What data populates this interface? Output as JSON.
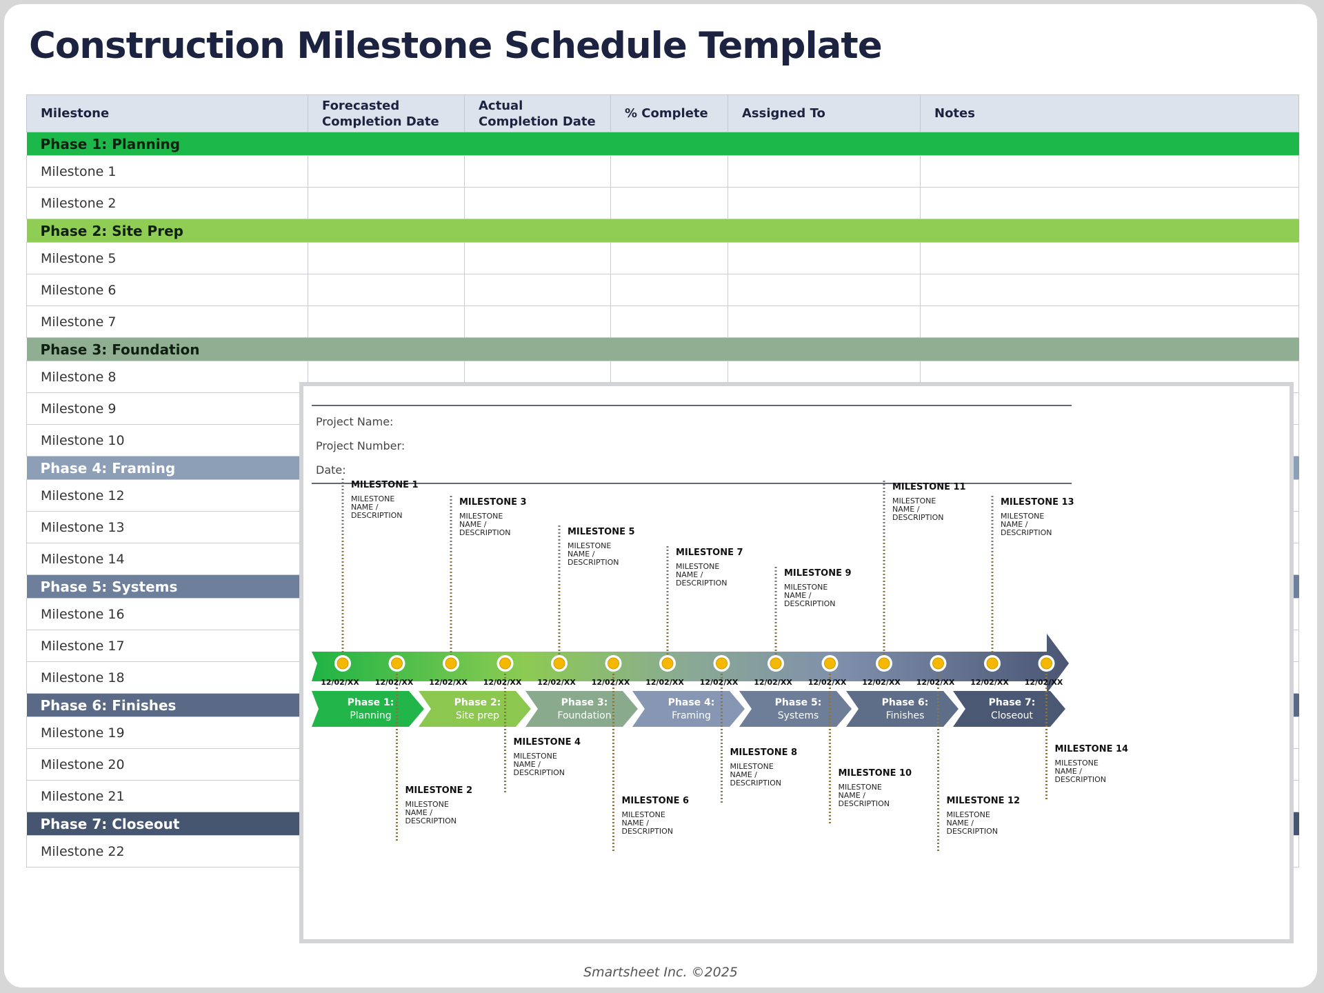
{
  "title": "Construction Milestone Schedule Template",
  "table": {
    "headers": [
      "Milestone",
      "Forecasted Completion Date",
      "Actual Completion Date",
      "% Complete",
      "Assigned To",
      "Notes"
    ],
    "groups": [
      {
        "phase": "Phase 1: Planning",
        "milestones": [
          "Milestone 1",
          "Milestone 2"
        ]
      },
      {
        "phase": "Phase 2: Site Prep",
        "milestones": [
          "Milestone 5",
          "Milestone 6",
          "Milestone 7"
        ]
      },
      {
        "phase": "Phase 3: Foundation",
        "milestones": [
          "Milestone 8",
          "Milestone 9",
          "Milestone 10"
        ]
      },
      {
        "phase": "Phase 4: Framing",
        "milestones": [
          "Milestone 12",
          "Milestone 13",
          "Milestone 14"
        ]
      },
      {
        "phase": "Phase 5: Systems",
        "milestones": [
          "Milestone 16",
          "Milestone 17",
          "Milestone 18"
        ]
      },
      {
        "phase": "Phase 6: Finishes",
        "milestones": [
          "Milestone 19",
          "Milestone 20",
          "Milestone 21"
        ]
      },
      {
        "phase": "Phase 7: Closeout",
        "milestones": [
          "Milestone 22"
        ]
      }
    ]
  },
  "panel": {
    "project_name_label": "Project Name:",
    "project_number_label": "Project Number:",
    "date_label": "Date:"
  },
  "timeline": {
    "milestones": [
      {
        "label": "MILESTONE 1",
        "desc": [
          "MILESTONE",
          "NAME /",
          "DESCRIPTION"
        ],
        "date": "12/02/XX",
        "side": "above"
      },
      {
        "label": "MILESTONE 2",
        "desc": [
          "MILESTONE",
          "NAME /",
          "DESCRIPTION"
        ],
        "date": "12/02/XX",
        "side": "below"
      },
      {
        "label": "MILESTONE 3",
        "desc": [
          "MILESTONE",
          "NAME /",
          "DESCRIPTION"
        ],
        "date": "12/02/XX",
        "side": "above"
      },
      {
        "label": "MILESTONE 4",
        "desc": [
          "MILESTONE",
          "NAME /",
          "DESCRIPTION"
        ],
        "date": "12/02/XX",
        "side": "below"
      },
      {
        "label": "MILESTONE 5",
        "desc": [
          "MILESTONE",
          "NAME /",
          "DESCRIPTION"
        ],
        "date": "12/02/XX",
        "side": "above"
      },
      {
        "label": "MILESTONE 6",
        "desc": [
          "MILESTONE",
          "NAME /",
          "DESCRIPTION"
        ],
        "date": "12/02/XX",
        "side": "below"
      },
      {
        "label": "MILESTONE 7",
        "desc": [
          "MILESTONE",
          "NAME /",
          "DESCRIPTION"
        ],
        "date": "12/02/XX",
        "side": "above"
      },
      {
        "label": "MILESTONE 8",
        "desc": [
          "MILESTONE",
          "NAME /",
          "DESCRIPTION"
        ],
        "date": "12/02/XX",
        "side": "below"
      },
      {
        "label": "MILESTONE 9",
        "desc": [
          "MILESTONE",
          "NAME /",
          "DESCRIPTION"
        ],
        "date": "12/02/XX",
        "side": "above"
      },
      {
        "label": "MILESTONE 10",
        "desc": [
          "MILESTONE",
          "NAME /",
          "DESCRIPTION"
        ],
        "date": "12/02/XX",
        "side": "below"
      },
      {
        "label": "MILESTONE 11",
        "desc": [
          "MILESTONE",
          "NAME /",
          "DESCRIPTION"
        ],
        "date": "12/02/XX",
        "side": "above"
      },
      {
        "label": "MILESTONE 12",
        "desc": [
          "MILESTONE",
          "NAME /",
          "DESCRIPTION"
        ],
        "date": "12/02/XX",
        "side": "below"
      },
      {
        "label": "MILESTONE 13",
        "desc": [
          "MILESTONE",
          "NAME /",
          "DESCRIPTION"
        ],
        "date": "12/02/XX",
        "side": "above"
      },
      {
        "label": "MILESTONE 14",
        "desc": [
          "MILESTONE",
          "NAME /",
          "DESCRIPTION"
        ],
        "date": "12/02/XX",
        "side": "below"
      }
    ],
    "phases": [
      {
        "line1": "Phase 1:",
        "line2": "Planning",
        "color": "#22b64a"
      },
      {
        "line1": "Phase 2:",
        "line2": "Site prep",
        "color": "#8cc850"
      },
      {
        "line1": "Phase 3:",
        "line2": "Foundation",
        "color": "#8aaa8e"
      },
      {
        "line1": "Phase 4:",
        "line2": "Framing",
        "color": "#8796b2"
      },
      {
        "line1": "Phase 5:",
        "line2": "Systems",
        "color": "#6e7e99"
      },
      {
        "line1": "Phase 6:",
        "line2": "Finishes",
        "color": "#5e6d88"
      },
      {
        "line1": "Phase 7:",
        "line2": "Closeout",
        "color": "#4a5874"
      }
    ]
  },
  "footer": "Smartsheet Inc. ©2025"
}
